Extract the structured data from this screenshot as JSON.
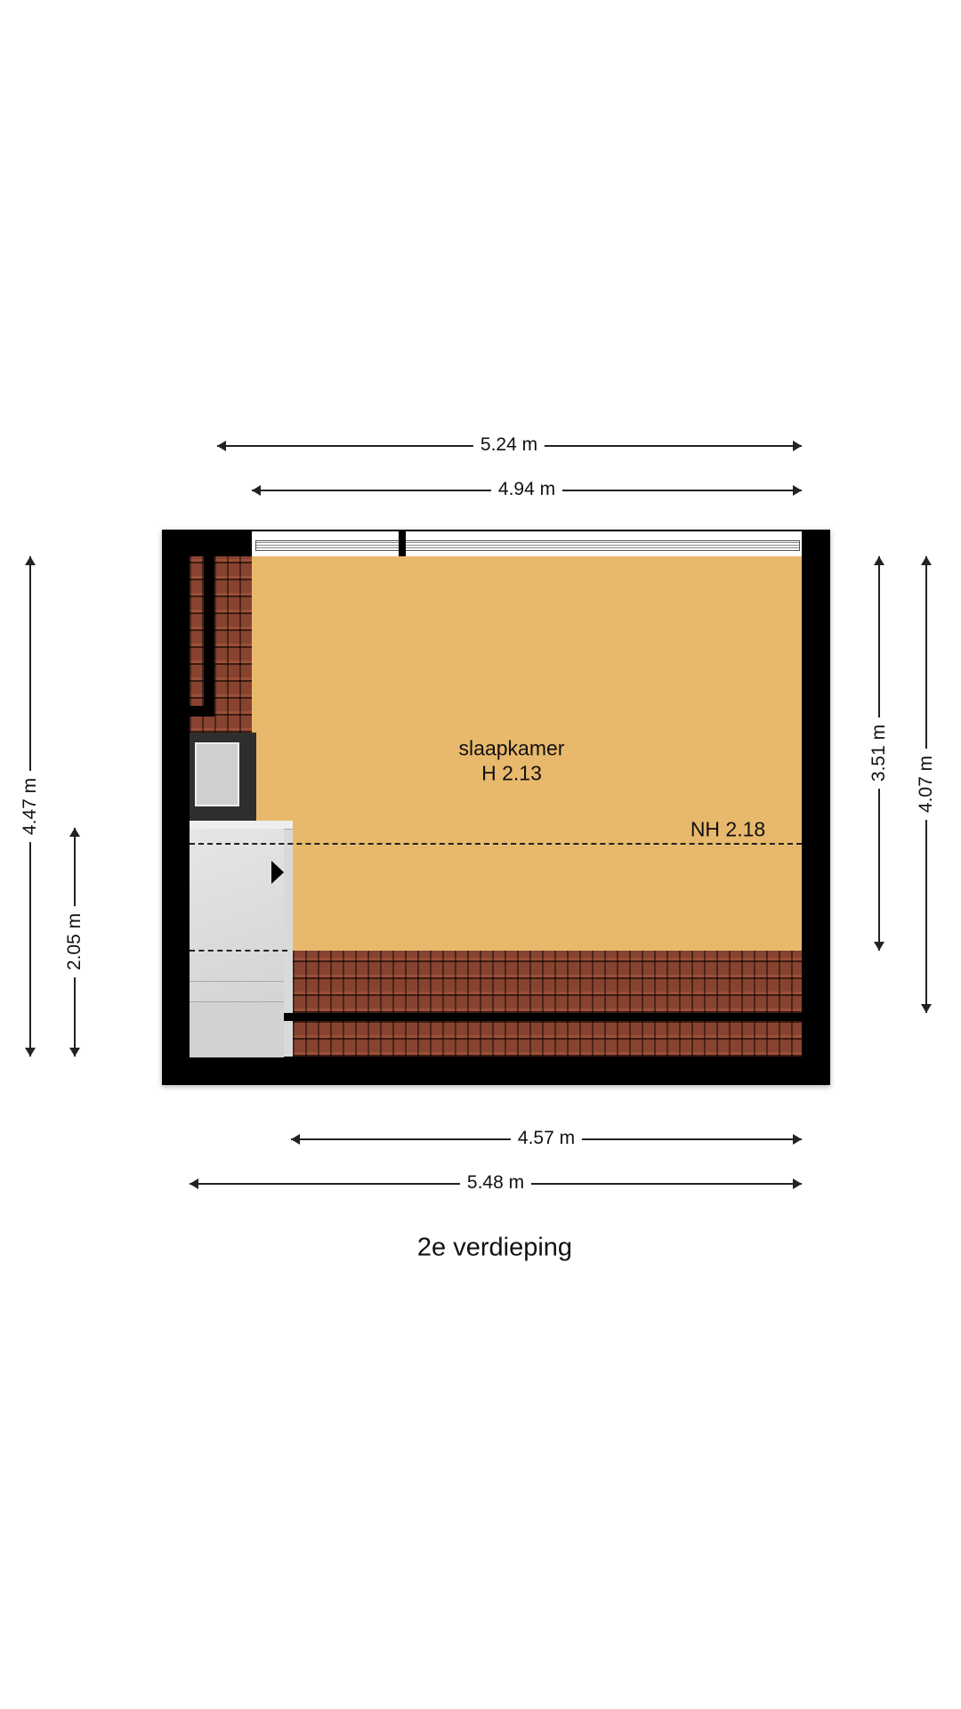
{
  "floor_title": "2e verdieping",
  "room": {
    "name": "slaapkamer",
    "height": "H 2.13",
    "net_height_line": "NH 2.18"
  },
  "dimensions": {
    "top_outer": "5.24 m",
    "top_inner": "4.94 m",
    "bottom_inner": "4.57 m",
    "bottom_outer": "5.48 m",
    "left_outer": "4.47 m",
    "left_stair": "2.05 m",
    "right_room": "3.51 m",
    "right_outer": "4.07 m"
  },
  "colors": {
    "room": "#e8b96c",
    "roof_tiles": "#8a4530",
    "wall": "#000000"
  }
}
